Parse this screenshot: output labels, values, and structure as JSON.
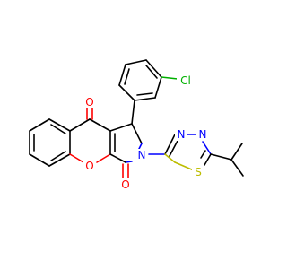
{
  "molecule": {
    "atoms": {
      "O1": {
        "symbol": "O",
        "color": "#ff0000"
      },
      "O2": {
        "symbol": "O",
        "color": "#ff0000"
      },
      "O3": {
        "symbol": "O",
        "color": "#ff0000"
      },
      "N1": {
        "symbol": "N",
        "color": "#0000ff"
      },
      "N2": {
        "symbol": "N",
        "color": "#0000ff"
      },
      "N3": {
        "symbol": "N",
        "color": "#0000ff"
      },
      "S1": {
        "symbol": "S",
        "color": "#bdbd00"
      },
      "Cl1": {
        "symbol": "Cl",
        "color": "#00b000"
      }
    }
  }
}
